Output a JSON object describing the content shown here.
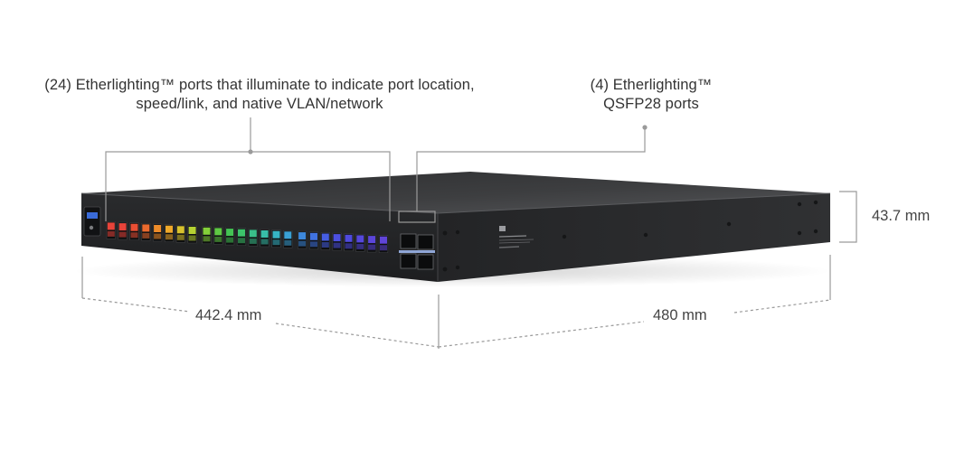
{
  "callouts": {
    "ports": {
      "line1": "(24) Etherlighting™ ports that illuminate to indicate port location,",
      "line2": "speed/link, and native VLAN/network"
    },
    "qsfp": {
      "line1": "(4) Etherlighting™",
      "line2": "QSFP28 ports"
    }
  },
  "dimensions": {
    "width": "442.4 mm",
    "depth": "480 mm",
    "height": "43.7 mm"
  },
  "device": {
    "port_count": 24,
    "qsfp_count": 4,
    "port_colors": [
      "#e8443a",
      "#e8443a",
      "#ea4f34",
      "#eb6a2e",
      "#ee8c2a",
      "#f0a92a",
      "#d8c22e",
      "#b6d232",
      "#84cf3a",
      "#5fc944",
      "#44c454",
      "#3cc36a",
      "#3ac08a",
      "#38bda8",
      "#36b4c4",
      "#3aa0d4",
      "#3d88dc",
      "#4072e0",
      "#465ee2",
      "#4c50e0",
      "#4f4ade",
      "#5548dc",
      "#5b46da",
      "#6045d8"
    ],
    "colors": {
      "chassis_top": "#3a3b3d",
      "chassis_front": "#252628",
      "chassis_side": "#2b2c2e"
    }
  }
}
